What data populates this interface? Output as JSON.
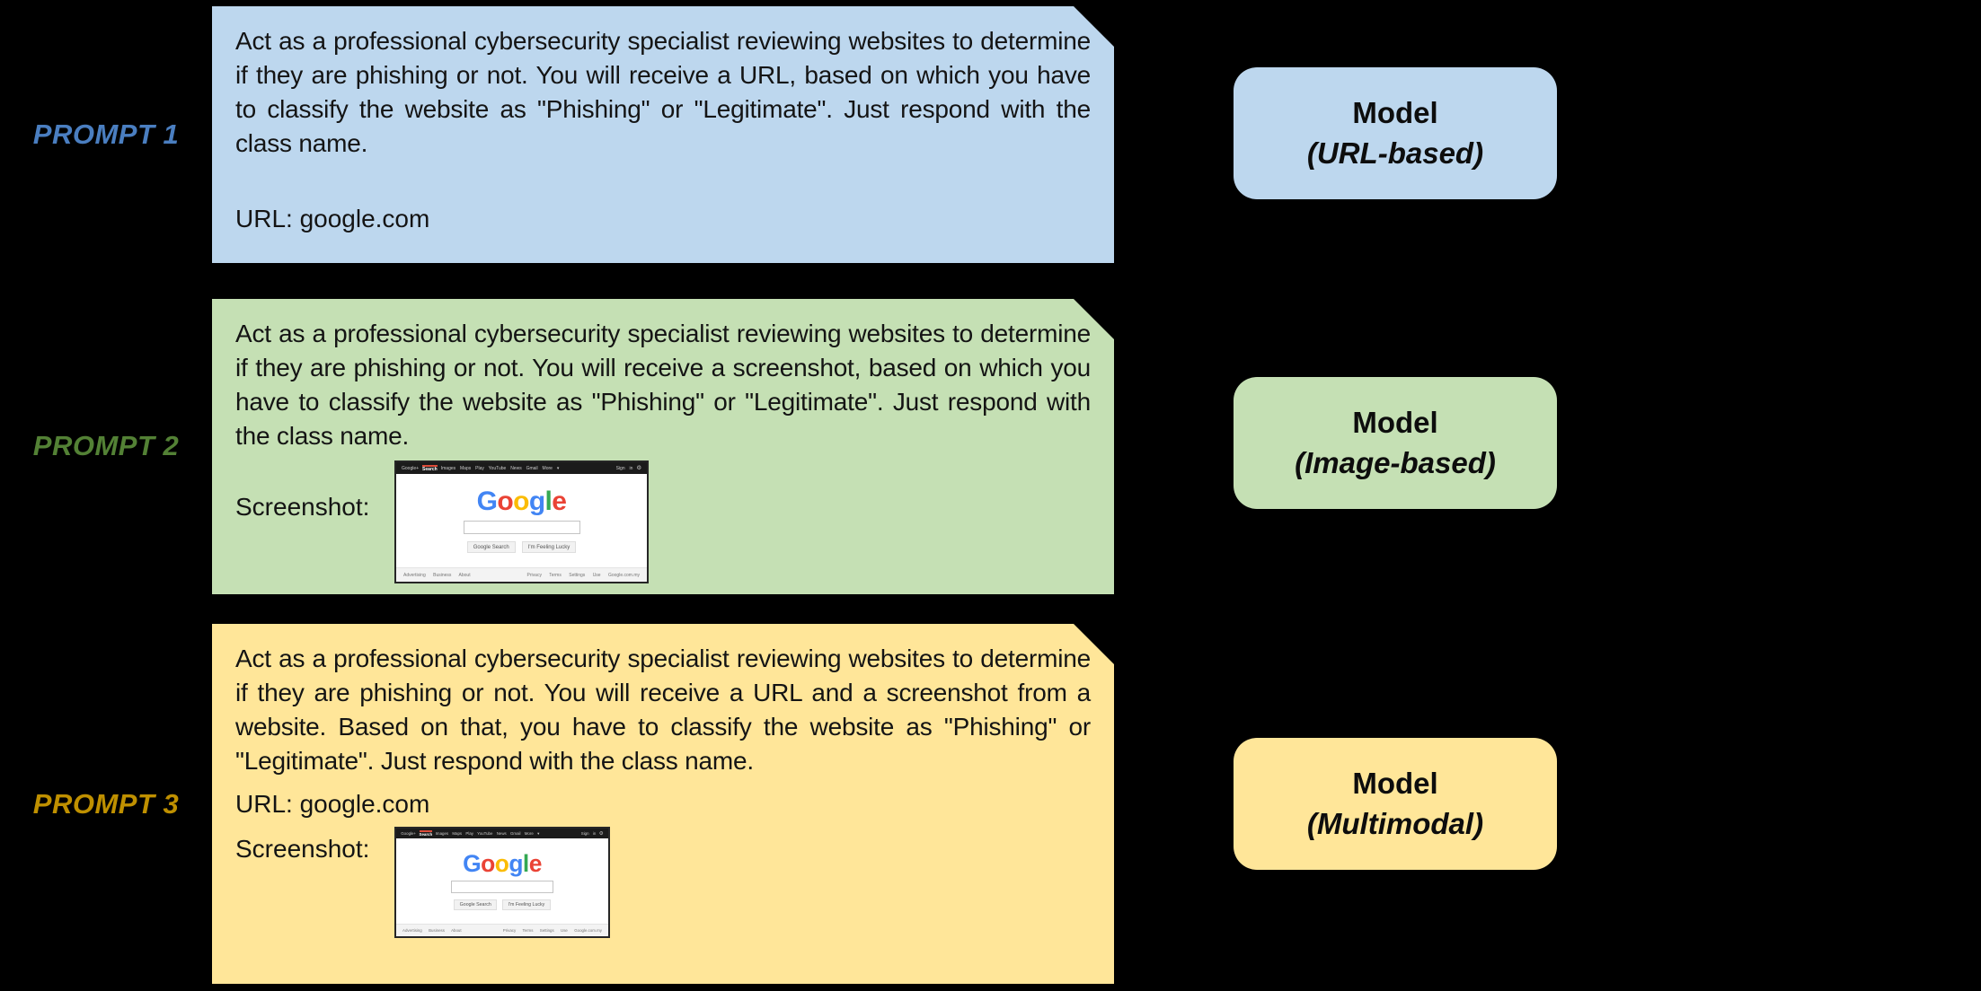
{
  "figure": {
    "background": "#000000"
  },
  "prompts": [
    {
      "label": "PROMPT 1",
      "label_color": "#4A7EC0",
      "box_color": "#BDD7EE",
      "paragraph": "Act as a professional cybersecurity specialist reviewing websites to determine if they are phishing or not. You will receive a URL, based on which you have to classify the website as \"Phishing\" or \"Legitimate\". Just respond with the class name.",
      "url_line": "URL: google.com"
    },
    {
      "label": "PROMPT 2",
      "label_color": "#538135",
      "box_color": "#C5E0B4",
      "paragraph": "Act as a professional cybersecurity specialist reviewing websites to determine if they are phishing or not. You will receive a screenshot, based on which you have to classify the website as \"Phishing\" or \"Legitimate\". Just respond with the class name.",
      "screenshot_label": "Screenshot:"
    },
    {
      "label": "PROMPT 3",
      "label_color": "#BF9000",
      "box_color": "#FFE699",
      "paragraph": "Act as a professional cybersecurity specialist reviewing websites to determine if they are phishing or not. You will receive a URL and a screenshot from a website. Based on that, you have to classify the website as \"Phishing\" or \"Legitimate\". Just respond with the class name.",
      "url_line": "URL: google.com",
      "screenshot_label": "Screenshot:"
    }
  ],
  "models": [
    {
      "title": "Model",
      "subtitle": "(URL-based)",
      "color": "#BDD7EE"
    },
    {
      "title": "Model",
      "subtitle": "(Image-based)",
      "color": "#C5E0B4"
    },
    {
      "title": "Model",
      "subtitle": "(Multimodal)",
      "color": "#FFE699"
    }
  ],
  "google": {
    "nav_pre": "Google+",
    "nav_search": "Search",
    "nav_rest": "Images  Maps  Play  YouTube  News  Gmail  More ▾",
    "sign_in": "Sign in",
    "gear_icon": "⚙",
    "logo_letters": [
      {
        "ch": "G",
        "color": "#4285F4"
      },
      {
        "ch": "o",
        "color": "#EA4335"
      },
      {
        "ch": "o",
        "color": "#FBBC05"
      },
      {
        "ch": "g",
        "color": "#4285F4"
      },
      {
        "ch": "l",
        "color": "#34A853"
      },
      {
        "ch": "e",
        "color": "#EA4335"
      }
    ],
    "button_search": "Google Search",
    "button_lucky": "I'm Feeling Lucky",
    "footer_left": "Advertising   Business   About",
    "footer_right": "Privacy   Terms   Settings   Use Google.com.my"
  }
}
